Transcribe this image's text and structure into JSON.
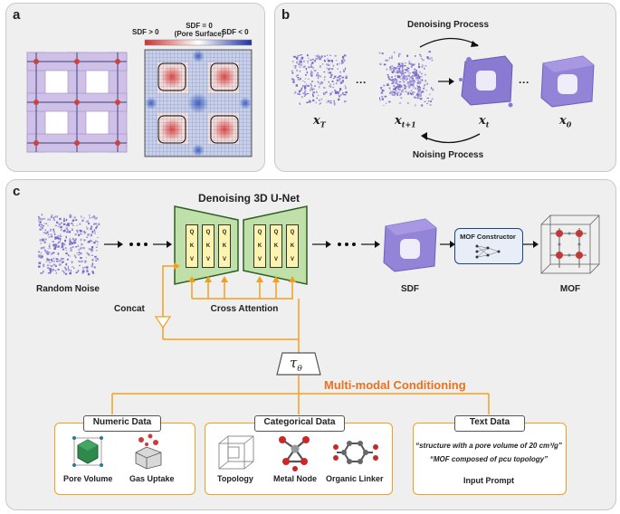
{
  "panel_a": {
    "label": "a",
    "sdf_pos": "SDF > 0",
    "sdf_zero": "SDF = 0",
    "pore_surface": "(Pore Surface)",
    "sdf_neg": "SDF < 0"
  },
  "panel_b": {
    "label": "b",
    "denoising": "Denoising Process",
    "noising": "Noising Process",
    "ellipsis": "···",
    "x_T": "T",
    "x_t1": "t+1",
    "x_t": "t",
    "x_0": "0",
    "x_base": "x"
  },
  "panel_c": {
    "label": "c",
    "unet_title": "Denoising 3D U-Net",
    "qkv": [
      "Q",
      "K",
      "V"
    ],
    "random_noise": "Random Noise",
    "sdf": "SDF",
    "mof_constructor": "MOF Constructor",
    "mof": "MOF",
    "concat": "Concat",
    "cross_attention": "Cross Attention",
    "tau": "τ",
    "theta": "θ",
    "multimodal": "Multi-modal Conditioning",
    "ellipsis": "• • •",
    "numeric": {
      "title": "Numeric Data",
      "items": [
        "Pore Volume",
        "Gas Uptake"
      ]
    },
    "categorical": {
      "title": "Categorical Data",
      "items": [
        "Topology",
        "Metal Node",
        "Organic Linker"
      ]
    },
    "text": {
      "title": "Text Data",
      "prompt1": "“structure with a pore volume of 20 cm³/g”",
      "prompt2": "“MOF composed of pcu topology”",
      "input_prompt": "Input Prompt"
    }
  },
  "colors": {
    "accent_orange": "#f0a020",
    "multimodal_text": "#e8731c",
    "unet_green": "#bfe0a8",
    "sdf_purple": "#8878cc",
    "sdf_positive": "#d03030",
    "sdf_negative": "#2030a0"
  }
}
